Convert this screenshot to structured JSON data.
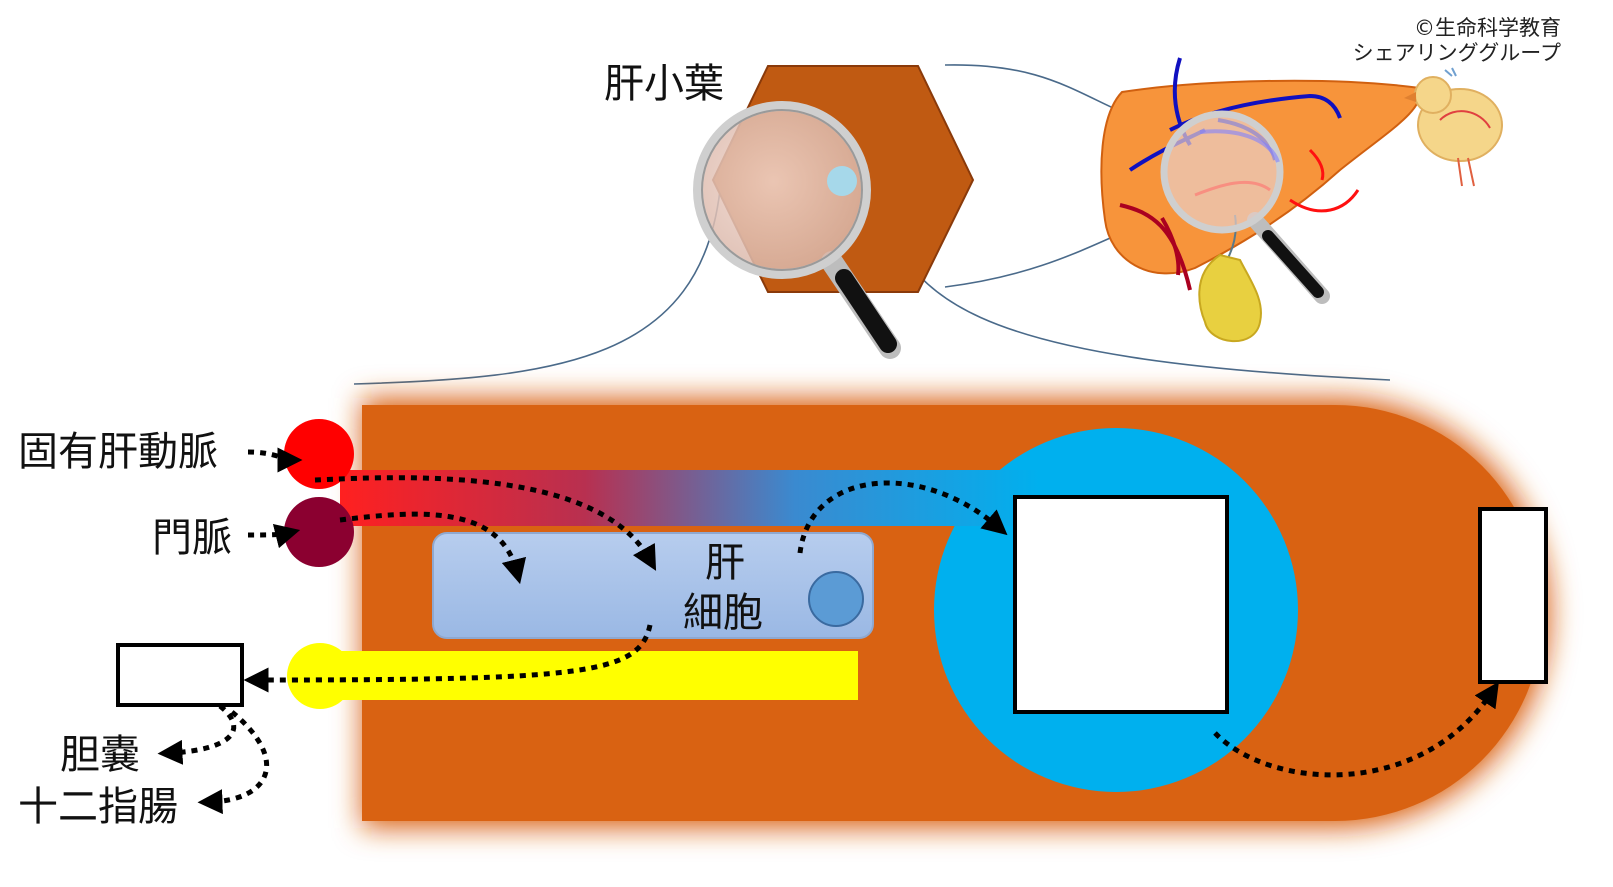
{
  "copyright": {
    "line1": "©生命科学教育",
    "line2": "シェアリンググループ"
  },
  "labels": {
    "lobule": "肝小葉",
    "hepatic_artery": "固有肝動脈",
    "portal_vein": "門脈",
    "hepatocyte_line1": "肝",
    "hepatocyte_line2": "細胞",
    "gallbladder": "胆嚢",
    "duodenum": "十二指腸"
  },
  "colors": {
    "tissue": "#d96212",
    "lobule_hex": "#c05a12",
    "sinusoid": "#00b0ee",
    "hepatocyte": "#a8c4ea",
    "nucleus": "#5b9bd5",
    "artery": "#ff0000",
    "portal": "#8b0030",
    "bile": "#ffff00",
    "liver": "#f7943b",
    "gallbladder_organ": "#e8d040"
  },
  "icons": [
    "magnifier-icon",
    "chick-icon"
  ]
}
